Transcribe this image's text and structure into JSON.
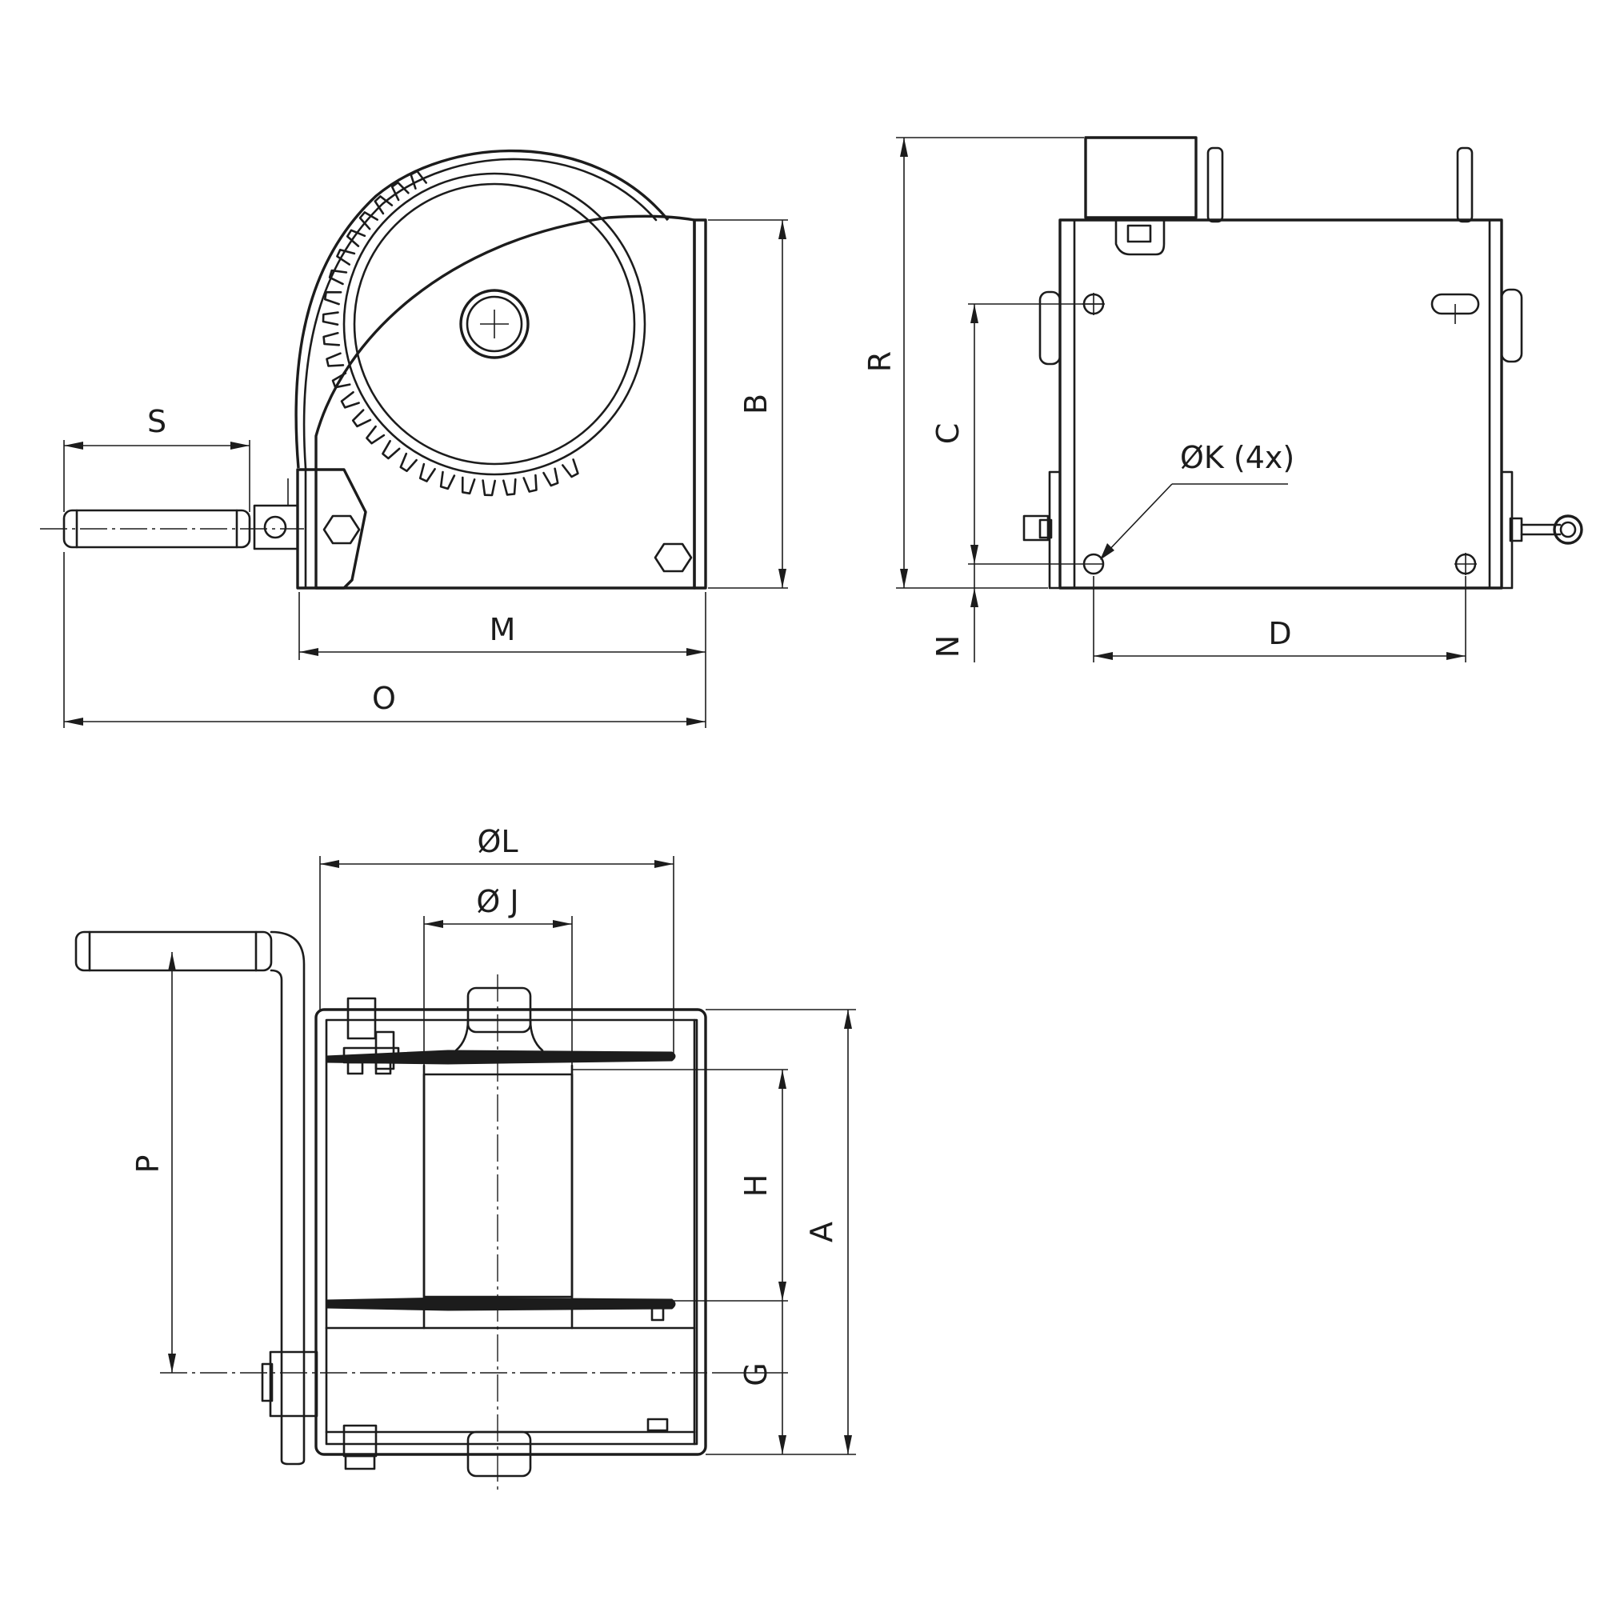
{
  "labels": {
    "S": "S",
    "M": "M",
    "O": "O",
    "B": "B",
    "R": "R",
    "C": "C",
    "N": "N",
    "D": "D",
    "K": "ØK (4x)",
    "L": "ØL",
    "J": "Ø J",
    "P": "P",
    "H": "H",
    "A": "A",
    "G": "G"
  }
}
